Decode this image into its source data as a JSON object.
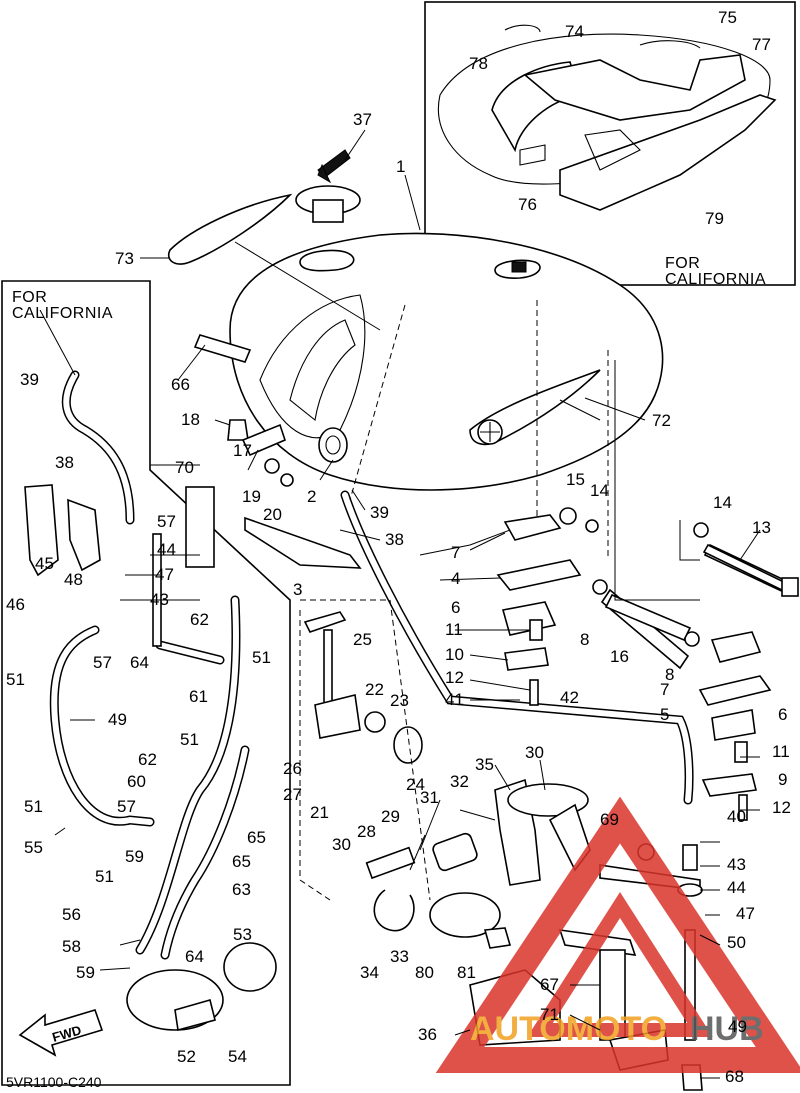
{
  "inset_top_right": {
    "caption_line1": "FOR",
    "caption_line2": "CALIFORNIA"
  },
  "inset_left": {
    "caption_line1": "FOR",
    "caption_line2": "CALIFORNIA"
  },
  "diagram_code": "5VR1100-C240",
  "fwd_label": "FWD",
  "watermark": {
    "text_part1": "AUTOMOTO",
    "text_part2": "HUB",
    "color_red": "#d9342b",
    "color_orange": "#f0a020"
  },
  "callouts": {
    "n1": "1",
    "n2": "2",
    "n3": "3",
    "n4a": "4",
    "n5": "5",
    "n6a": "6",
    "n6b": "6",
    "n7a": "7",
    "n7b": "7",
    "n8a": "8",
    "n8b": "8",
    "n9": "9",
    "n10": "10",
    "n11a": "11",
    "n11b": "11",
    "n12a": "12",
    "n12b": "12",
    "n13": "13",
    "n14a": "14",
    "n14b": "14",
    "n15": "15",
    "n16": "16",
    "n17": "17",
    "n18": "18",
    "n19": "19",
    "n20": "20",
    "n21": "21",
    "n22": "22",
    "n23": "23",
    "n24": "24",
    "n25": "25",
    "n26": "26",
    "n27": "27",
    "n28": "28",
    "n29": "29",
    "n30a": "30",
    "n30b": "30",
    "n31": "31",
    "n32": "32",
    "n33": "33",
    "n34": "34",
    "n35": "35",
    "n36": "36",
    "n37": "37",
    "n38a": "38",
    "n38b": "38",
    "n39a": "39",
    "n39b": "39",
    "n40": "40",
    "n41": "41",
    "n42": "42",
    "n43a": "43",
    "n43b": "43",
    "n44a": "44",
    "n44b": "44",
    "n45": "45",
    "n46": "46",
    "n47a": "47",
    "n47b": "47",
    "n48": "48",
    "n49a": "49",
    "n49b": "49",
    "n50": "50",
    "n51a": "51",
    "n51b": "51",
    "n51c": "51",
    "n51d": "51",
    "n51e": "51",
    "n52": "52",
    "n53": "53",
    "n54": "54",
    "n55": "55",
    "n56": "56",
    "n57a": "57",
    "n57b": "57",
    "n57c": "57",
    "n58": "58",
    "n59a": "59",
    "n59b": "59",
    "n60": "60",
    "n61": "61",
    "n62a": "62",
    "n62b": "62",
    "n63": "63",
    "n64a": "64",
    "n64b": "64",
    "n65a": "65",
    "n65b": "65",
    "n66": "66",
    "n67": "67",
    "n68": "68",
    "n69": "69",
    "n70": "70",
    "n71": "71",
    "n72": "72",
    "n73": "73",
    "n74": "74",
    "n75": "75",
    "n76": "76",
    "n77": "77",
    "n78": "78",
    "n79": "79",
    "n80": "80",
    "n81": "81"
  }
}
